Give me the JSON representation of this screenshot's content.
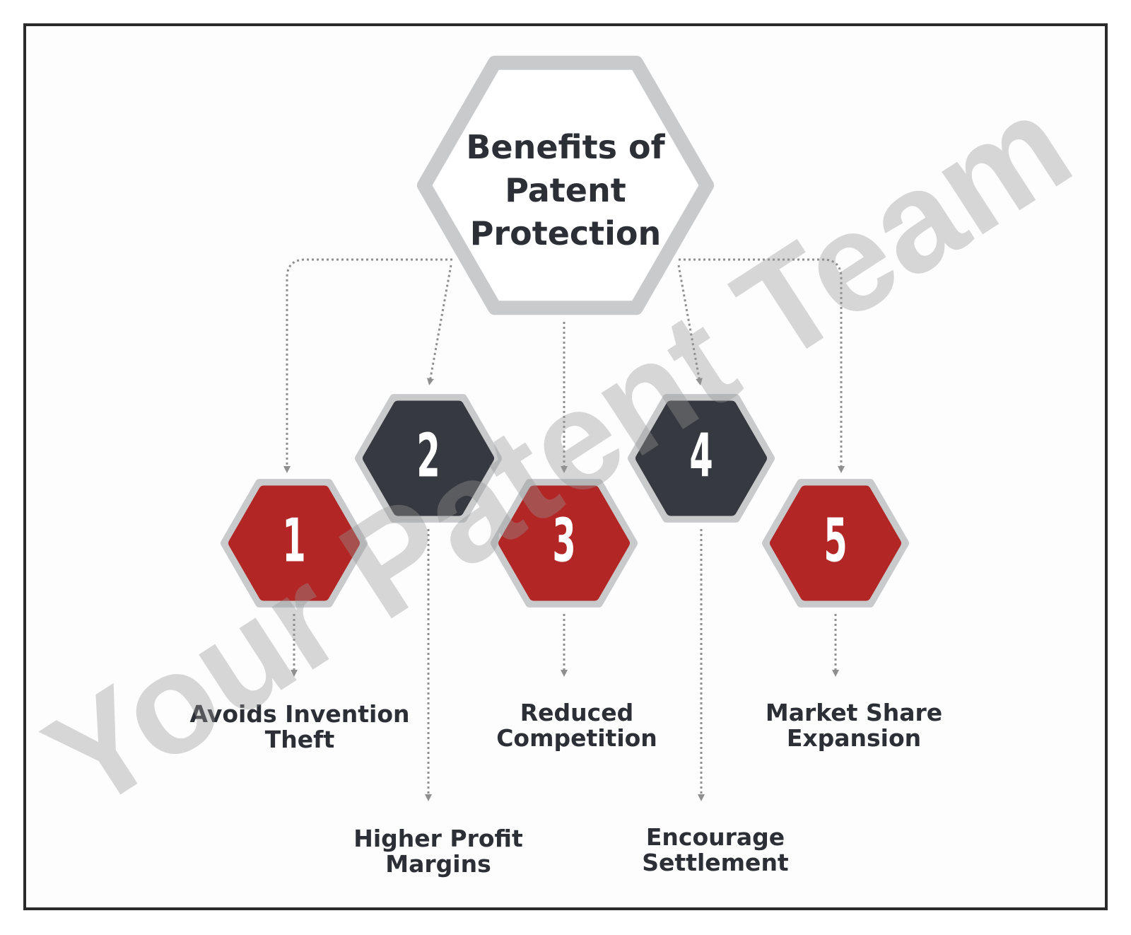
{
  "diagram": {
    "title": "Benefits of Patent Protection",
    "title_lines": [
      "Benefits of",
      "Patent",
      "Protection"
    ],
    "watermark": "Your Patent Team",
    "colors": {
      "red": "#b22626",
      "dark": "#363940",
      "ring": "#c9cacb",
      "arrow": "#8f8f8f",
      "text": "#2c2f36"
    },
    "items": [
      {
        "number": "1",
        "label_lines": [
          "Avoids Invention",
          "Theft"
        ],
        "color": "red"
      },
      {
        "number": "2",
        "label_lines": [
          "Higher Profit",
          "Margins"
        ],
        "color": "dark"
      },
      {
        "number": "3",
        "label_lines": [
          "Reduced",
          "Competition"
        ],
        "color": "red"
      },
      {
        "number": "4",
        "label_lines": [
          "Encourage",
          "Settlement"
        ],
        "color": "dark"
      },
      {
        "number": "5",
        "label_lines": [
          "Market Share",
          "Expansion"
        ],
        "color": "red"
      }
    ]
  }
}
